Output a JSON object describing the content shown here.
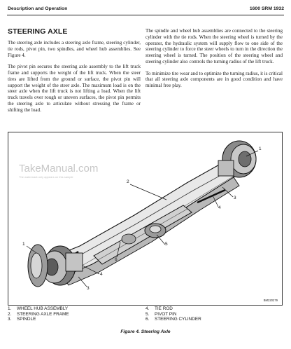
{
  "header": {
    "section": "Description and Operation",
    "doc_id": "1600 SRM 1932"
  },
  "section_title": "STEERING AXLE",
  "left_column": [
    "The steering axle includes a steering axle frame, steering cylinder, tie rods, pivot pin, two spindles, and wheel hub assemblies. See Figure 4.",
    "The pivot pin secures the steering axle assembly to the lift truck frame and supports the weight of the lift truck. When the steer tires are lifted from the ground or surface, the pivot pin will support the weight of the steer axle. The maximum load is on the steer axle when the lift truck is not lifting a load. When the lift truck travels over rough or uneven surfaces, the pivot pin permits the steering axle to articulate without stressing the frame or shifting the load."
  ],
  "right_column": [
    "The spindle and wheel hub assemblies are connected to the steering cylinder with the tie rods. When the steering wheel is turned by the operator, the hydraulic system will supply flow to one side of the steering cylinder to force the steer wheels to turn in the direction the steering wheel is turned. The position of the steering wheel and steering cylinder also controls the turning radius of the lift truck.",
    "To minimize tire wear and to optimize the turning radius, it is critical that all steering axle components are in good condition and have minimal free play."
  ],
  "figure": {
    "watermark": {
      "title": "TakeManual.com",
      "subtitle": "The watermark only appears on this sample"
    },
    "callouts": [
      "1",
      "2",
      "3",
      "4",
      "5",
      "6",
      "4",
      "3",
      "1"
    ],
    "code": "BM220279"
  },
  "legend": [
    {
      "num": "1.",
      "label": "WHEEL HUB ASSEMBLY"
    },
    {
      "num": "2.",
      "label": "STEERING AXLE FRAME"
    },
    {
      "num": "3.",
      "label": "SPINDLE"
    },
    {
      "num": "4.",
      "label": "TIE ROD"
    },
    {
      "num": "5.",
      "label": "PIVOT PIN"
    },
    {
      "num": "6.",
      "label": "STEERING CYLINDER"
    }
  ],
  "caption": "Figure 4. Steering Axle"
}
